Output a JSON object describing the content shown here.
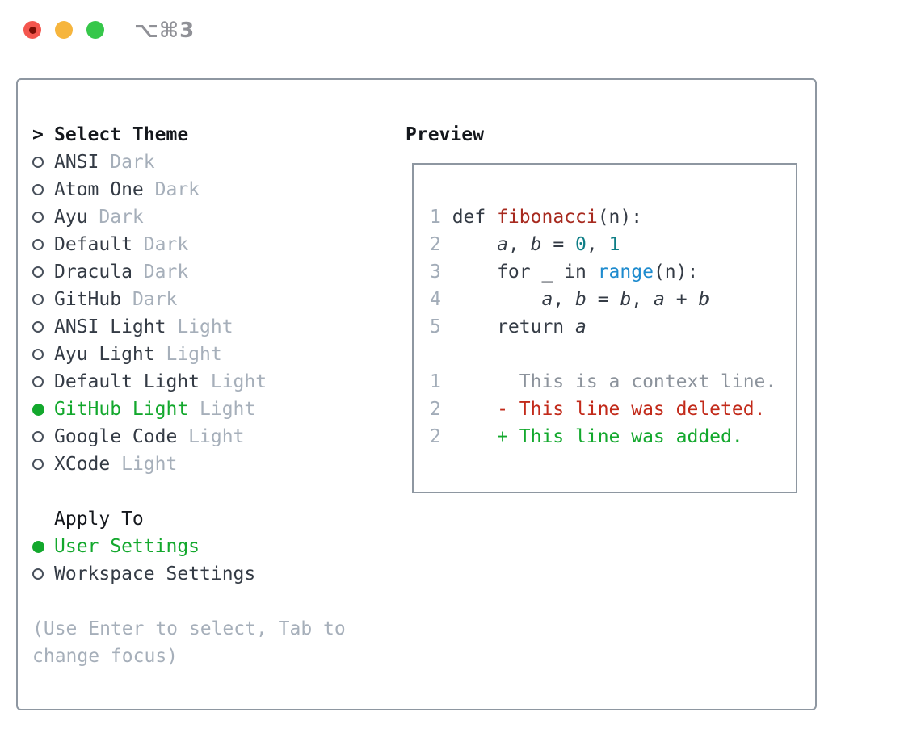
{
  "titlebar": {
    "shortcut": "⌥⌘3",
    "traffic_lights": [
      "close",
      "minimize",
      "zoom"
    ]
  },
  "left": {
    "header_marker": ">",
    "header": "Select Theme",
    "themes": [
      {
        "name": "ANSI",
        "tag": "Dark",
        "selected": false
      },
      {
        "name": "Atom One",
        "tag": "Dark",
        "selected": false
      },
      {
        "name": "Ayu",
        "tag": "Dark",
        "selected": false
      },
      {
        "name": "Default",
        "tag": "Dark",
        "selected": false
      },
      {
        "name": "Dracula",
        "tag": "Dark",
        "selected": false
      },
      {
        "name": "GitHub",
        "tag": "Dark",
        "selected": false
      },
      {
        "name": "ANSI Light",
        "tag": "Light",
        "selected": false
      },
      {
        "name": "Ayu Light",
        "tag": "Light",
        "selected": false
      },
      {
        "name": "Default Light",
        "tag": "Light",
        "selected": false
      },
      {
        "name": "GitHub Light",
        "tag": "Light",
        "selected": true
      },
      {
        "name": "Google Code",
        "tag": "Light",
        "selected": false
      },
      {
        "name": "XCode",
        "tag": "Light",
        "selected": false
      }
    ],
    "apply_header": "Apply To",
    "apply_options": [
      {
        "label": "User Settings",
        "selected": true
      },
      {
        "label": "Workspace Settings",
        "selected": false
      }
    ],
    "hint_lines": [
      "(Use Enter to select, Tab to",
      "change focus)"
    ]
  },
  "preview": {
    "title": "Preview",
    "code_lines": [
      {
        "num": "1",
        "segs": [
          {
            "t": "def ",
            "c": "fg"
          },
          {
            "t": "fibonacci",
            "c": "func"
          },
          {
            "t": "(n):",
            "c": "fg"
          }
        ]
      },
      {
        "num": "2",
        "segs": [
          {
            "t": "    ",
            "c": "fg"
          },
          {
            "t": "a",
            "c": "var"
          },
          {
            "t": ", ",
            "c": "fg"
          },
          {
            "t": "b",
            "c": "var"
          },
          {
            "t": " = ",
            "c": "fg"
          },
          {
            "t": "0",
            "c": "num"
          },
          {
            "t": ", ",
            "c": "fg"
          },
          {
            "t": "1",
            "c": "num"
          }
        ]
      },
      {
        "num": "3",
        "segs": [
          {
            "t": "    for _ in ",
            "c": "fg"
          },
          {
            "t": "range",
            "c": "blue"
          },
          {
            "t": "(n):",
            "c": "fg"
          }
        ]
      },
      {
        "num": "4",
        "segs": [
          {
            "t": "        ",
            "c": "fg"
          },
          {
            "t": "a",
            "c": "var"
          },
          {
            "t": ", ",
            "c": "fg"
          },
          {
            "t": "b",
            "c": "var"
          },
          {
            "t": " = ",
            "c": "fg"
          },
          {
            "t": "b",
            "c": "var"
          },
          {
            "t": ", ",
            "c": "fg"
          },
          {
            "t": "a",
            "c": "var"
          },
          {
            "t": " + ",
            "c": "fg"
          },
          {
            "t": "b",
            "c": "var"
          }
        ]
      },
      {
        "num": "5",
        "segs": [
          {
            "t": "    return ",
            "c": "fg"
          },
          {
            "t": "a",
            "c": "var"
          }
        ]
      },
      {
        "num": "",
        "segs": []
      },
      {
        "num": "1",
        "segs": [
          {
            "t": "      This is a context line.",
            "c": "ctx"
          }
        ]
      },
      {
        "num": "2",
        "segs": [
          {
            "t": "    - This line was deleted.",
            "c": "del"
          }
        ]
      },
      {
        "num": "2",
        "segs": [
          {
            "t": "    + This line was added.",
            "c": "add"
          }
        ]
      }
    ]
  },
  "colors": {
    "accent_green": "#13a82d",
    "deleted_red": "#c22a1a",
    "function_red": "#a72a1f",
    "number_teal": "#0e7e86",
    "builtin_blue": "#1e8bce",
    "muted_gray": "#a6afba",
    "context_gray": "#8c939c",
    "border_gray": "#8e97a1",
    "traffic_red": "#f4564e",
    "traffic_yellow": "#f6b53d",
    "traffic_green": "#36c74a"
  }
}
